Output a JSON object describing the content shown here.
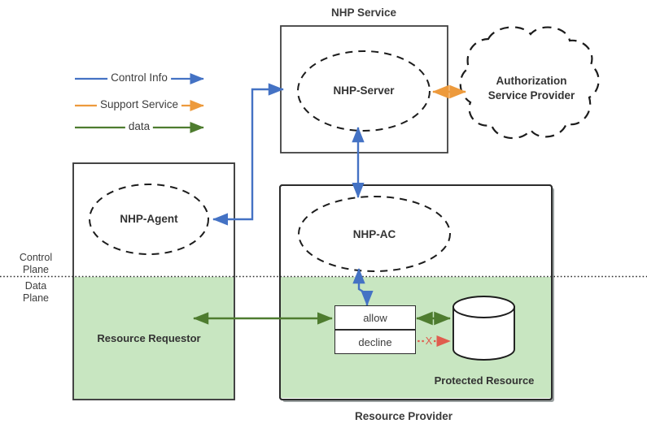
{
  "diagram": {
    "title_nhp_service": "NHP Service",
    "title_resource_provider": "Resource Provider",
    "colors": {
      "control_info": "#4472c4",
      "support_service": "#ed9a3c",
      "data": "#4e7c2f",
      "denied": "#e05c4e",
      "green_zone": "#c8e6c1",
      "outline": "#404040"
    }
  },
  "legend": {
    "items": [
      {
        "label": "Control Info",
        "color": "#4472c4"
      },
      {
        "label": "Support Service",
        "color": "#ed9a3c"
      },
      {
        "label": "data",
        "color": "#4e7c2f"
      }
    ]
  },
  "planes": {
    "control": "Control\nPlane",
    "control_line1": "Control",
    "control_line2": "Plane",
    "data_line1": "Data",
    "data_line2": "Plane"
  },
  "nodes": {
    "nhp_server": "NHP-Server",
    "nhp_agent": "NHP-Agent",
    "nhp_ac": "NHP-AC",
    "authorization_cloud": "Authorization\nService Provider",
    "authorization_line1": "Authorization",
    "authorization_line2": "Service Provider",
    "resource_requestor": "Resource Requestor",
    "protected_resource": "Protected Resource"
  },
  "decision": {
    "allow": "allow",
    "decline": "decline",
    "denied_marker": "X"
  }
}
